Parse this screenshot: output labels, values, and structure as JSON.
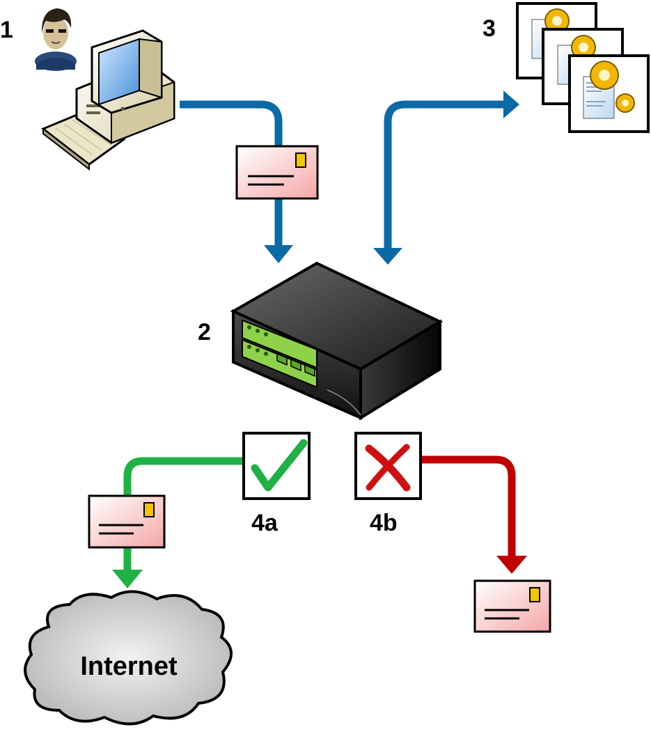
{
  "labels": {
    "step1": "1",
    "step2": "2",
    "step3": "3",
    "step4a": "4a",
    "step4b": "4b",
    "internet": "Internet"
  },
  "colors": {
    "blue": "#0a6aa6",
    "green": "#1fb144",
    "red": "#c00000",
    "envelope_fill": "#fbd7d7",
    "stamp": "#f5c400"
  },
  "icons": {
    "user": "user-avatar-icon",
    "computer": "desktop-computer-icon",
    "server": "mail-gateway-appliance-icon",
    "policies": "policy-document-gear-icon",
    "approved": "checkmark-icon",
    "rejected": "cross-icon",
    "envelope": "envelope-icon",
    "cloud": "internet-cloud-icon"
  }
}
